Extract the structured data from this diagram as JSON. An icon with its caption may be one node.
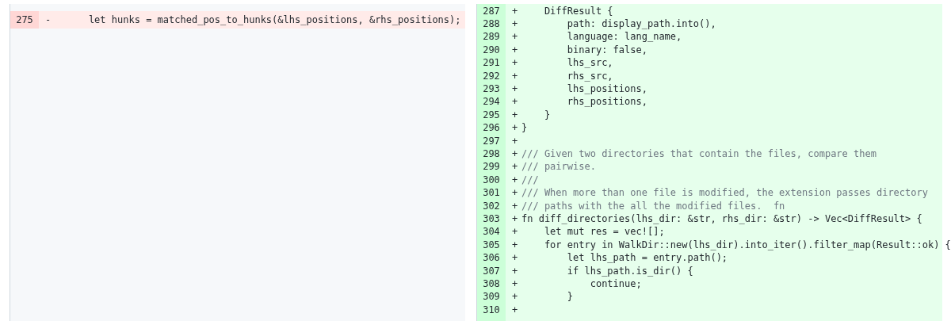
{
  "diagram": {
    "labels": [
      "275",
      "-",
      "    let hunks = matched_pos_to_hunks(&lhs_positions, &rhs_positions);",
      "287",
      "+",
      "    DiffResult {",
      "288",
      "+",
      "        path: display_path.into(),",
      "289",
      "+",
      "        language: lang_name,",
      "290",
      "+",
      "        binary: false,",
      "291",
      "+",
      "        lhs_src,",
      "292",
      "+",
      "        rhs_src,",
      "293",
      "+",
      "        lhs_positions,",
      "294",
      "+",
      "        rhs_positions,",
      "295",
      "+",
      "    }",
      "296",
      "+",
      "}",
      "297",
      "+",
      "298",
      "+",
      "/// Given two directories that contain the files, compare them",
      "299",
      "+",
      "/// pairwise.",
      "300",
      "+",
      "///",
      "301",
      "+",
      "/// When more than one file is modified, the extension passes directory",
      "302",
      "+",
      "/// paths with the all the modified files.  fn",
      "303",
      "+",
      "fn diff_directories(lhs_dir: &str, rhs_dir: &str) -> Vec<DiffResult> {",
      "304",
      "+",
      "    let mut res = vec![];",
      "305",
      "+",
      "    for entry in WalkDir::new(lhs_dir).into_iter().filter_map(Result::ok) {",
      "306",
      "+",
      "        let lhs_path = entry.path();",
      "307",
      "+",
      "        if lhs_path.is_dir() {",
      "308",
      "+",
      "            continue;",
      "309",
      "+",
      "        }",
      "310",
      "+"
    ]
  }
}
